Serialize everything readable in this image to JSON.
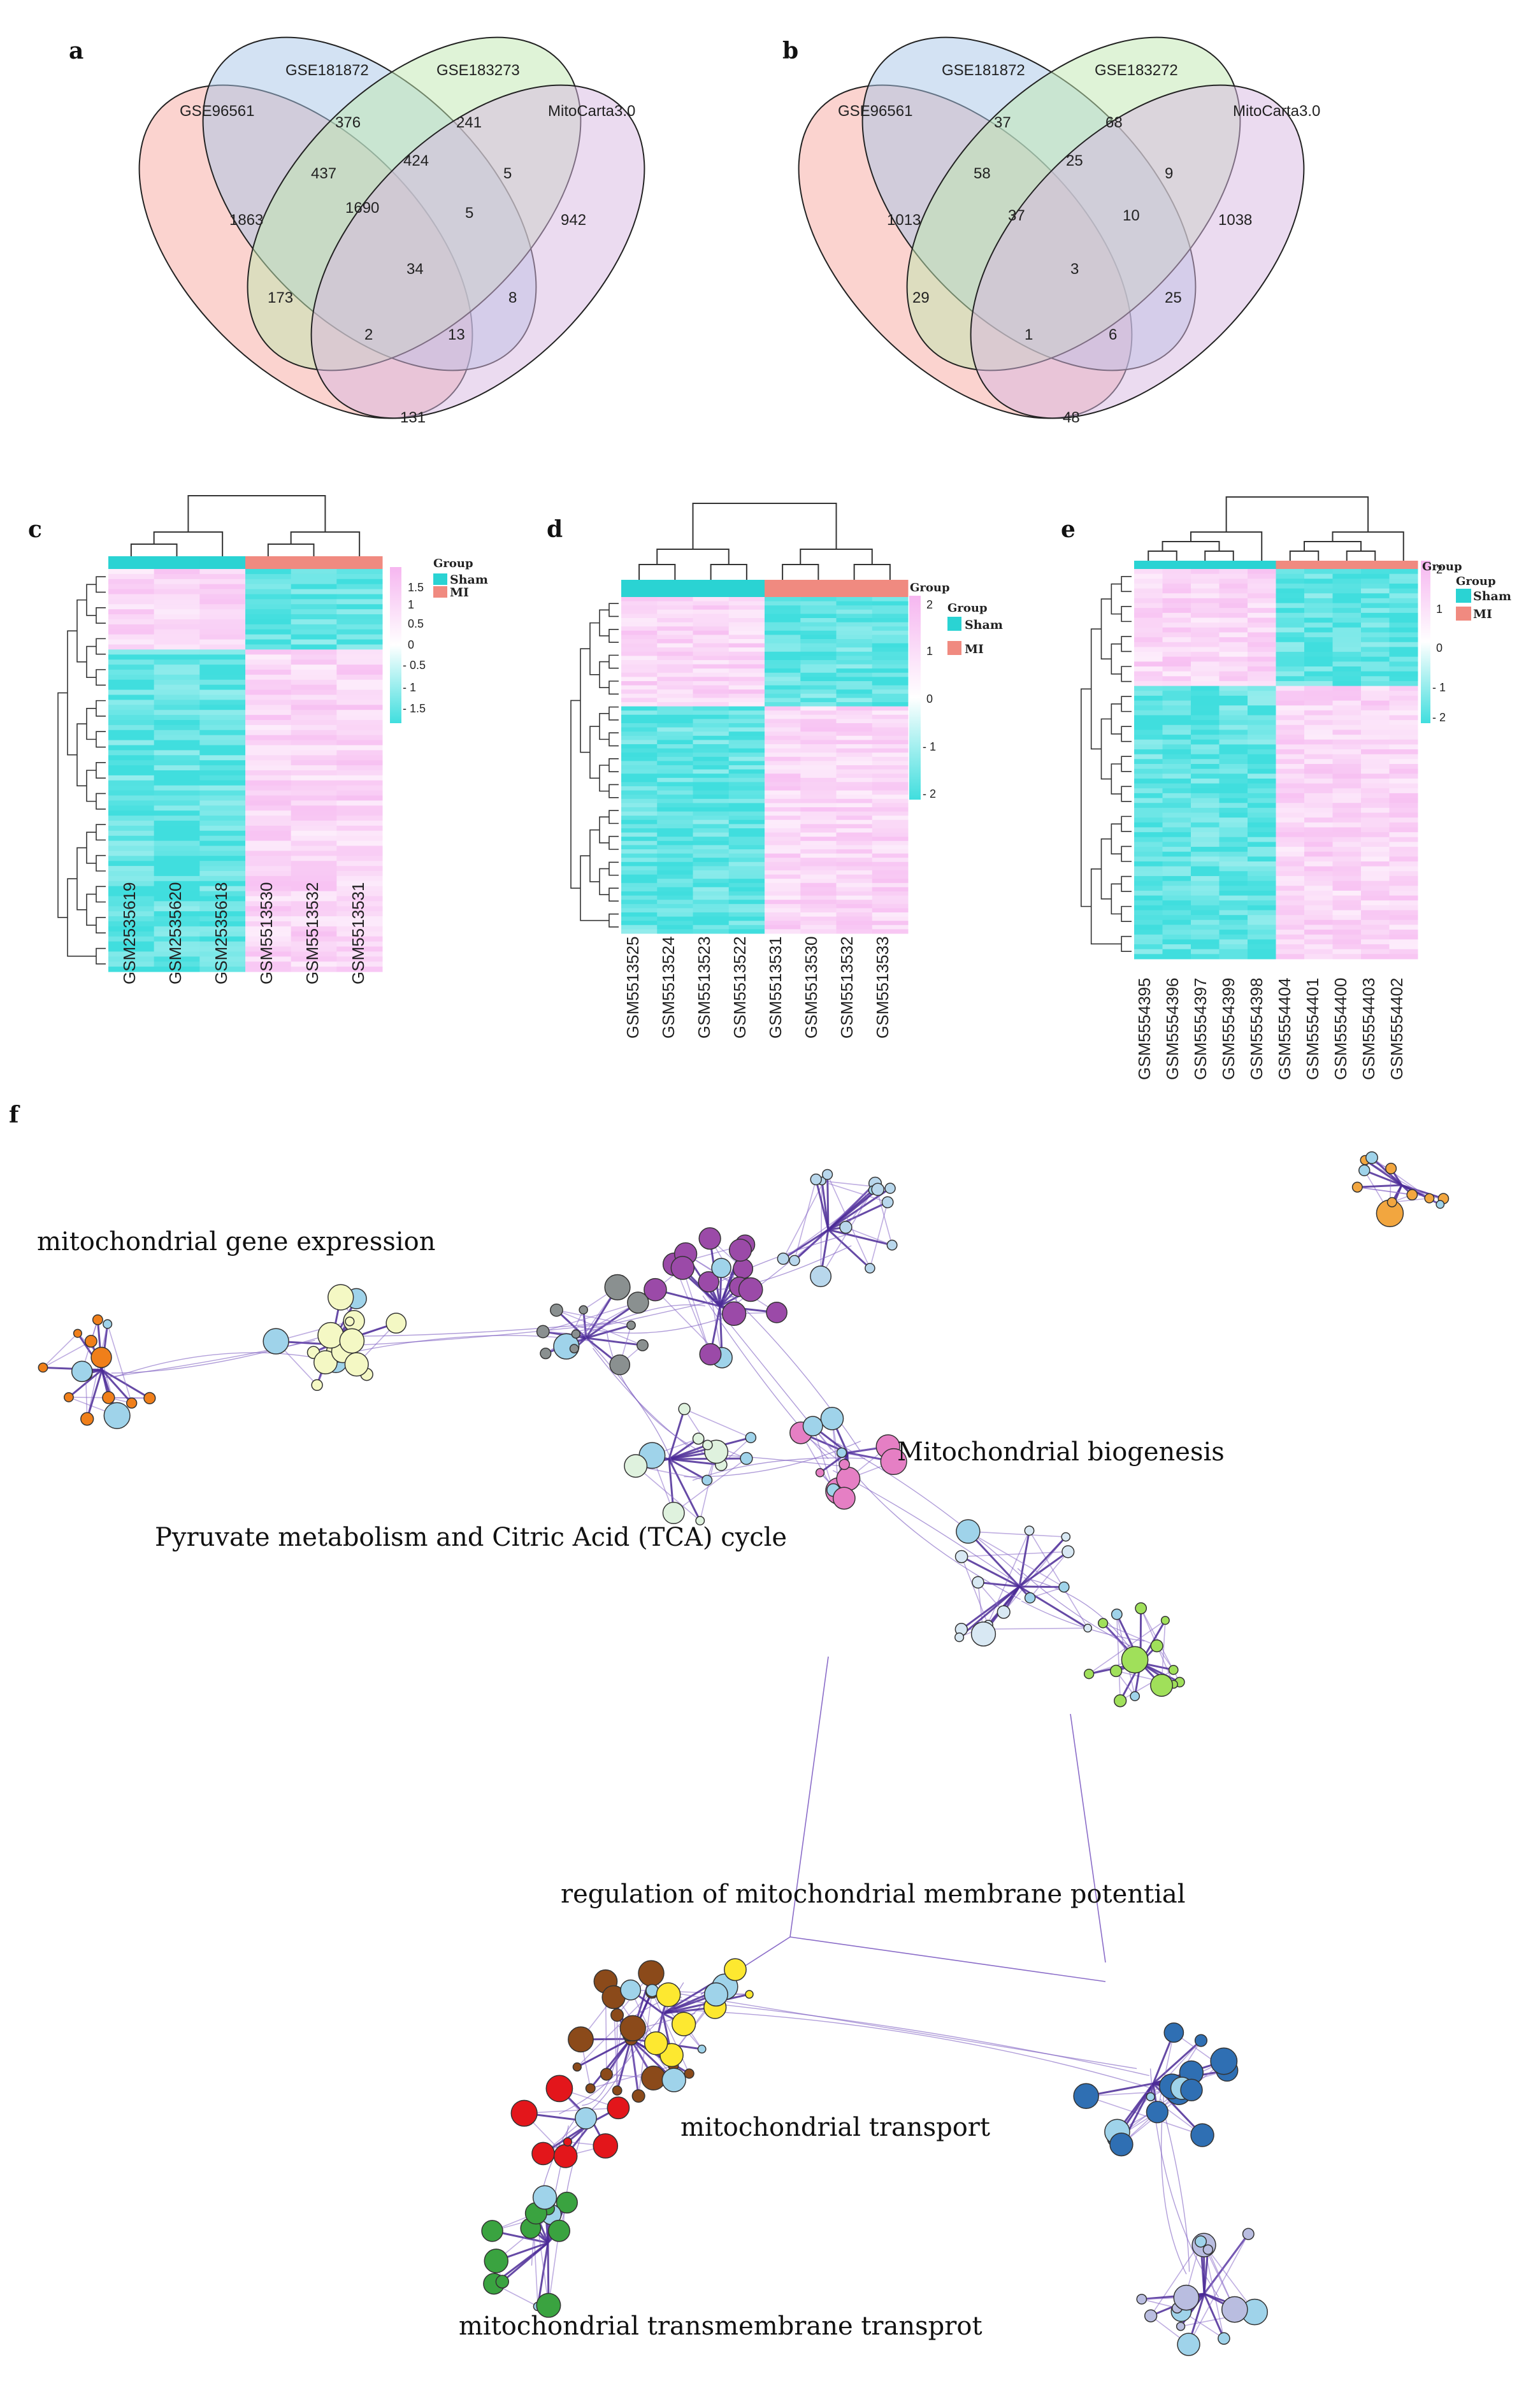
{
  "panels": {
    "a": "a",
    "b": "b",
    "c": "c",
    "d": "d",
    "e": "e",
    "f": "f"
  },
  "venn_a": {
    "sets": [
      "GSE96561",
      "GSE181872",
      "GSE183273",
      "MitoCarta3.0"
    ],
    "counts": {
      "A": "1863",
      "B": "376",
      "C": "241",
      "D": "942",
      "AB": "437",
      "BC": "424",
      "CD": "5",
      "AD": "131",
      "ABC": "1690",
      "BCD": "5",
      "ABD": "13",
      "ACD": "2",
      "AC": "173",
      "BD": "8",
      "ABCD": "34"
    }
  },
  "venn_b": {
    "sets": [
      "GSE96561",
      "GSE181872",
      "GSE183272",
      "MitoCarta3.0"
    ],
    "counts": {
      "A": "1013",
      "B": "37",
      "C": "68",
      "D": "1038",
      "AB": "58",
      "BC": "25",
      "CD": "9",
      "AD": "48",
      "ABC": "37",
      "BCD": "10",
      "ABD": "6",
      "ACD": "1",
      "AC": "29",
      "BD": "25",
      "ABCD": "3"
    }
  },
  "heatmaps": {
    "legend_title": "Group",
    "group_labels": [
      "Sham",
      "MI"
    ],
    "colors": {
      "sham": "#2ad3d3",
      "mi": "#f08a80",
      "low": "#40dede",
      "mid": "#ffffff",
      "high": "#f6b6f0"
    },
    "c": {
      "samples": [
        "GSM2535619",
        "GSM2535620",
        "GSM2535618",
        "GSM5513530",
        "GSM5513532",
        "GSM5513531"
      ],
      "scale_ticks": [
        "1.5",
        "1",
        "0.5",
        "0",
        "- 0.5",
        "- 1",
        "- 1.5"
      ]
    },
    "d": {
      "samples": [
        "GSM5513525",
        "GSM5513524",
        "GSM5513523",
        "GSM5513522",
        "GSM5513531",
        "GSM5513530",
        "GSM5513532",
        "GSM5513533"
      ],
      "scale_ticks": [
        "2",
        "1",
        "0",
        "- 1",
        "- 2"
      ]
    },
    "e": {
      "samples": [
        "GSM5554395",
        "GSM5554396",
        "GSM5554397",
        "GSM5554399",
        "GSM5554398",
        "GSM5554404",
        "GSM5554401",
        "GSM5554400",
        "GSM5554403",
        "GSM5554402"
      ],
      "scale_ticks": [
        "2",
        "1",
        "0",
        "- 1",
        "- 2"
      ]
    }
  },
  "network": {
    "labels": {
      "mito_gene_expression": "mitochondrial gene expression",
      "mito_biogenesis": "Mitochondrial biogenesis",
      "pyruvate_tca": "Pyruvate metabolism and Citric Acid (TCA) cycle",
      "membrane_potential": "regulation of mitochondrial membrane potential",
      "mito_transport": "mitochondrial transport",
      "transmembrane_transport": "mitochondrial transmembrane transprot"
    }
  }
}
